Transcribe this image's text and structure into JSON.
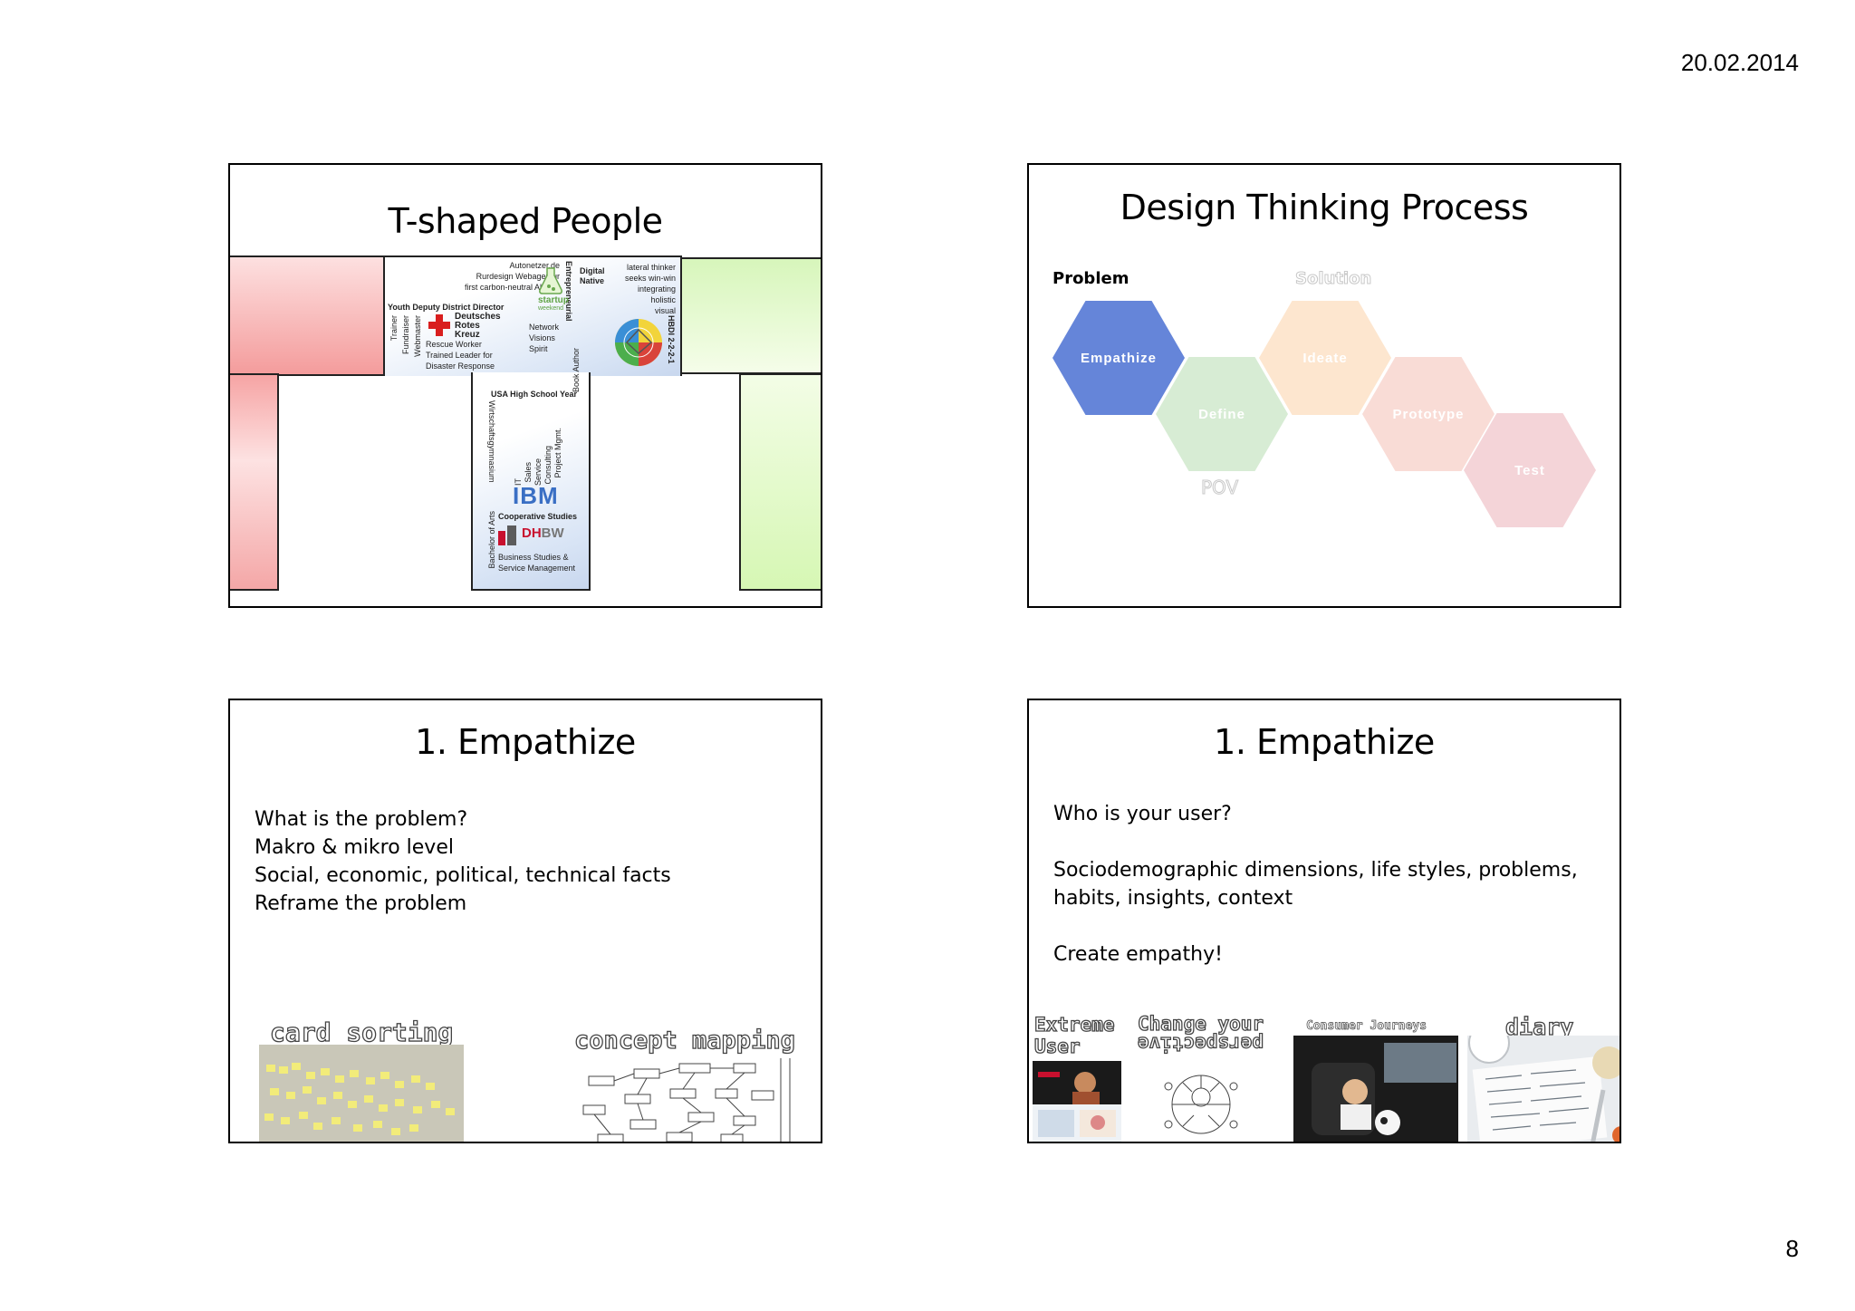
{
  "header": {
    "date": "20.02.2014"
  },
  "footer": {
    "page_number": "8"
  },
  "slides": [
    {
      "title": "T-shaped People",
      "cv": {
        "left_lines": [
          "Autonetzer.de",
          "Rurdesign Webagentur",
          "first carbon-neutral Abifete"
        ],
        "entrepreneurial": "Entrepreneurial",
        "digital_native": [
          "Digital",
          "Native"
        ],
        "right_lines": [
          "lateral thinker",
          "seeks win-win",
          "integrating",
          "holistic",
          "visual"
        ],
        "hbdi": "HBDI 2-2-2-1",
        "youth": "Youth Deputy District Director",
        "red_cross": [
          "Deutsches",
          "Rotes",
          "Kreuz"
        ],
        "roles_vertical": [
          "Trainer",
          "Fundraiser",
          "Webmaster"
        ],
        "rescue": [
          "Rescue Worker",
          "Trained Leader for",
          "Disaster Response"
        ],
        "startup": [
          "startup",
          "weekend"
        ],
        "startup_values": [
          "Network",
          "Visions",
          "Spirit"
        ],
        "usa": "USA High School Year",
        "book_author": "Book Author",
        "wirtschaft": "Wirtschaftsgymnasium",
        "ibm_roles": [
          "IT",
          "Sales",
          "Service",
          "Consulting",
          "Project Mgmt."
        ],
        "ibm": "IBM",
        "coop": "Cooperative Studies",
        "bachelor": "Bachelor of Arts",
        "dhbw": [
          "DH",
          "BW"
        ],
        "business": [
          "Business Studies &",
          "Service Management"
        ]
      }
    },
    {
      "title": "Design Thinking Process",
      "problem_label": "Problem",
      "solution_label": "Solution",
      "pov_label": "POV",
      "steps": [
        "Empathize",
        "Define",
        "Ideate",
        "Prototype",
        "Test"
      ],
      "colors": {
        "empathize": "#6585d9",
        "define": "#cfe8cc",
        "ideate": "#fbe0c6",
        "prototype": "#f7d3cd",
        "test": "#f1cbd0"
      }
    },
    {
      "title": "1. Empathize",
      "lines": [
        "What is the problem?",
        "Makro & mikro level",
        "Social, economic, political, technical facts",
        "Reframe the problem"
      ],
      "tools": [
        "card sorting",
        "concept mapping"
      ]
    },
    {
      "title": "1. Empathize",
      "lines": [
        "Who is your user?",
        "",
        "Sociodemographic dimensions, life styles, problems,",
        "habits, insights, context",
        "",
        "Create empathy!"
      ],
      "tools": [
        "Extreme",
        "User",
        "Change your",
        "perspective",
        "Consumer Journeys",
        "diary"
      ]
    }
  ]
}
